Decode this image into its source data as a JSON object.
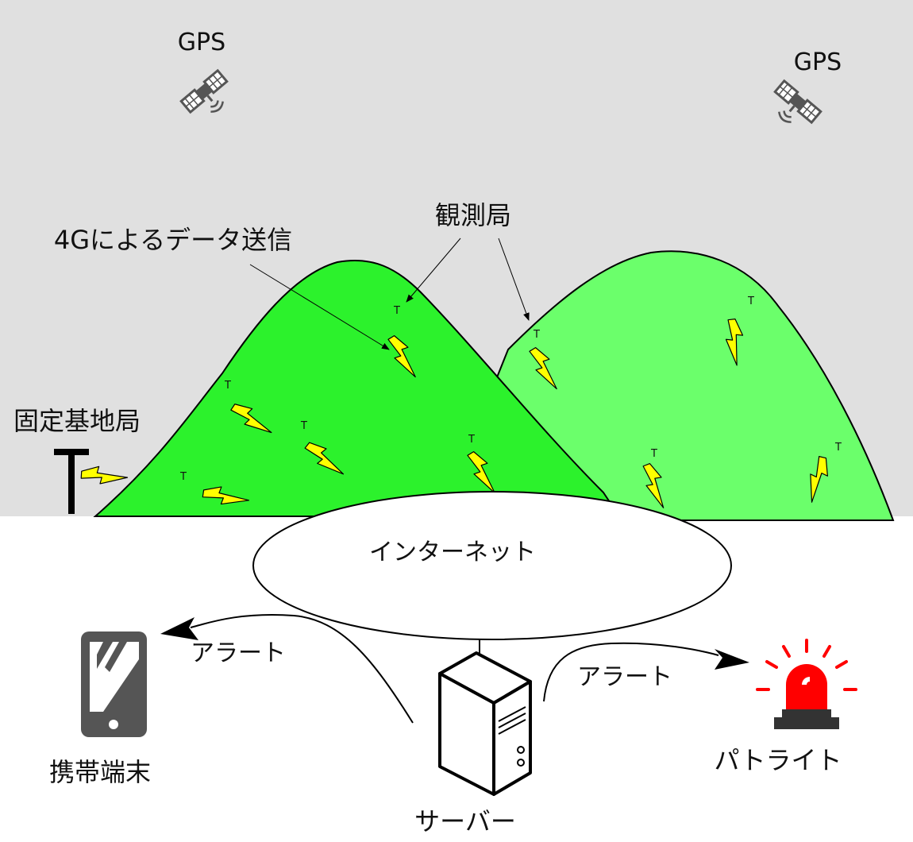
{
  "colors": {
    "sky": "#e0e0e0",
    "ground": "#ffffff",
    "mountain_left": "#2cf22c",
    "mountain_right": "#6bff6b",
    "bolt": "#ffff00",
    "beacon": "#ff0000",
    "device": "#555555"
  },
  "labels": {
    "gps_left": "GPS",
    "gps_right": "GPS",
    "observation_stations": "観測局",
    "data_4g": "4Gによるデータ送信",
    "fixed_base_station": "固定基地局",
    "internet": "インターネット",
    "alert_left": "アラート",
    "alert_right": "アラート",
    "mobile_terminal": "携帯端末",
    "server": "サーバー",
    "patlite": "パトライト",
    "station_marker": "T"
  },
  "icons": {
    "satellite": "satellite-icon",
    "smartphone": "smartphone-icon",
    "server": "server-icon",
    "warning_light": "warning-light-icon",
    "lightning": "lightning-icon",
    "base_station": "base-station-icon"
  }
}
